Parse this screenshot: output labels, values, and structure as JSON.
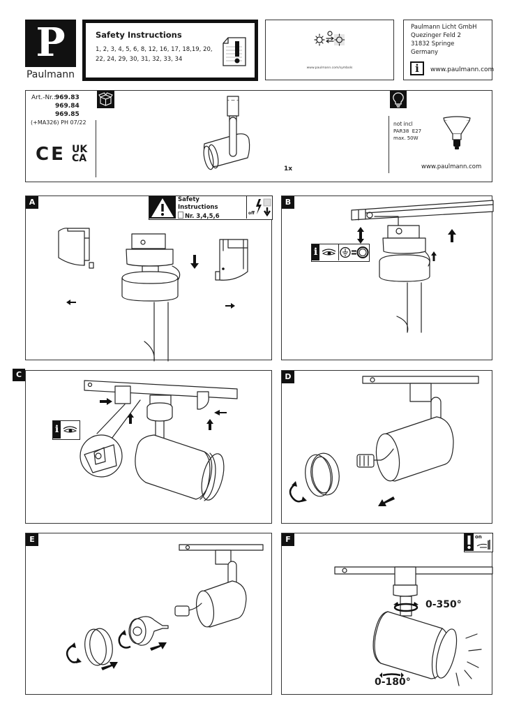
{
  "brand": {
    "name": "Paulmann",
    "logo_letter": "P"
  },
  "safety_header": {
    "title": "Safety Instructions",
    "numbers_line1": "1, 2, 3, 4, 5, 6, 8, 12, 16, 17, 18,19, 20,",
    "numbers_line2": "22, 24, 29, 30, 31, 32, 33, 34",
    "icon": "document-warning-icon"
  },
  "symbols_box": {
    "url": "www.paulmann.com/symbols",
    "icon": "lamp-switch-symbols-icon"
  },
  "address": {
    "company": "Paulmann Licht GmbH",
    "street": "Quezinger Feld 2",
    "city": "31832 Springe",
    "country": "Germany",
    "info_icon": "info-icon",
    "url": "www.paulmann.com"
  },
  "product": {
    "art_label": "Art.-Nr.:",
    "art_numbers": [
      "969.83",
      "969.84",
      "969.85"
    ],
    "version": "(+MA326) PH 07/22",
    "marks": {
      "ce": "CE",
      "ukca_top": "UK",
      "ukca_bottom": "CA"
    },
    "quantity": "1x",
    "box_icon": "package-icon",
    "bulb_icon": "light-bulb-icon",
    "bulb_note": "not incl",
    "bulb_type": "PAR38  E27",
    "bulb_max": "max. 50W",
    "url": "www.paulmann.com"
  },
  "steps": [
    {
      "label": "A",
      "safety": {
        "title_line1": "Safety",
        "title_line2": "Instructions",
        "numbers": "Nr. 3,4,5,6",
        "power": "off"
      }
    },
    {
      "label": "B"
    },
    {
      "label": "C"
    },
    {
      "label": "D"
    },
    {
      "label": "E"
    },
    {
      "label": "F",
      "power": "on",
      "rotation_vertical": "0-350°",
      "rotation_tilt": "0-180°"
    }
  ]
}
